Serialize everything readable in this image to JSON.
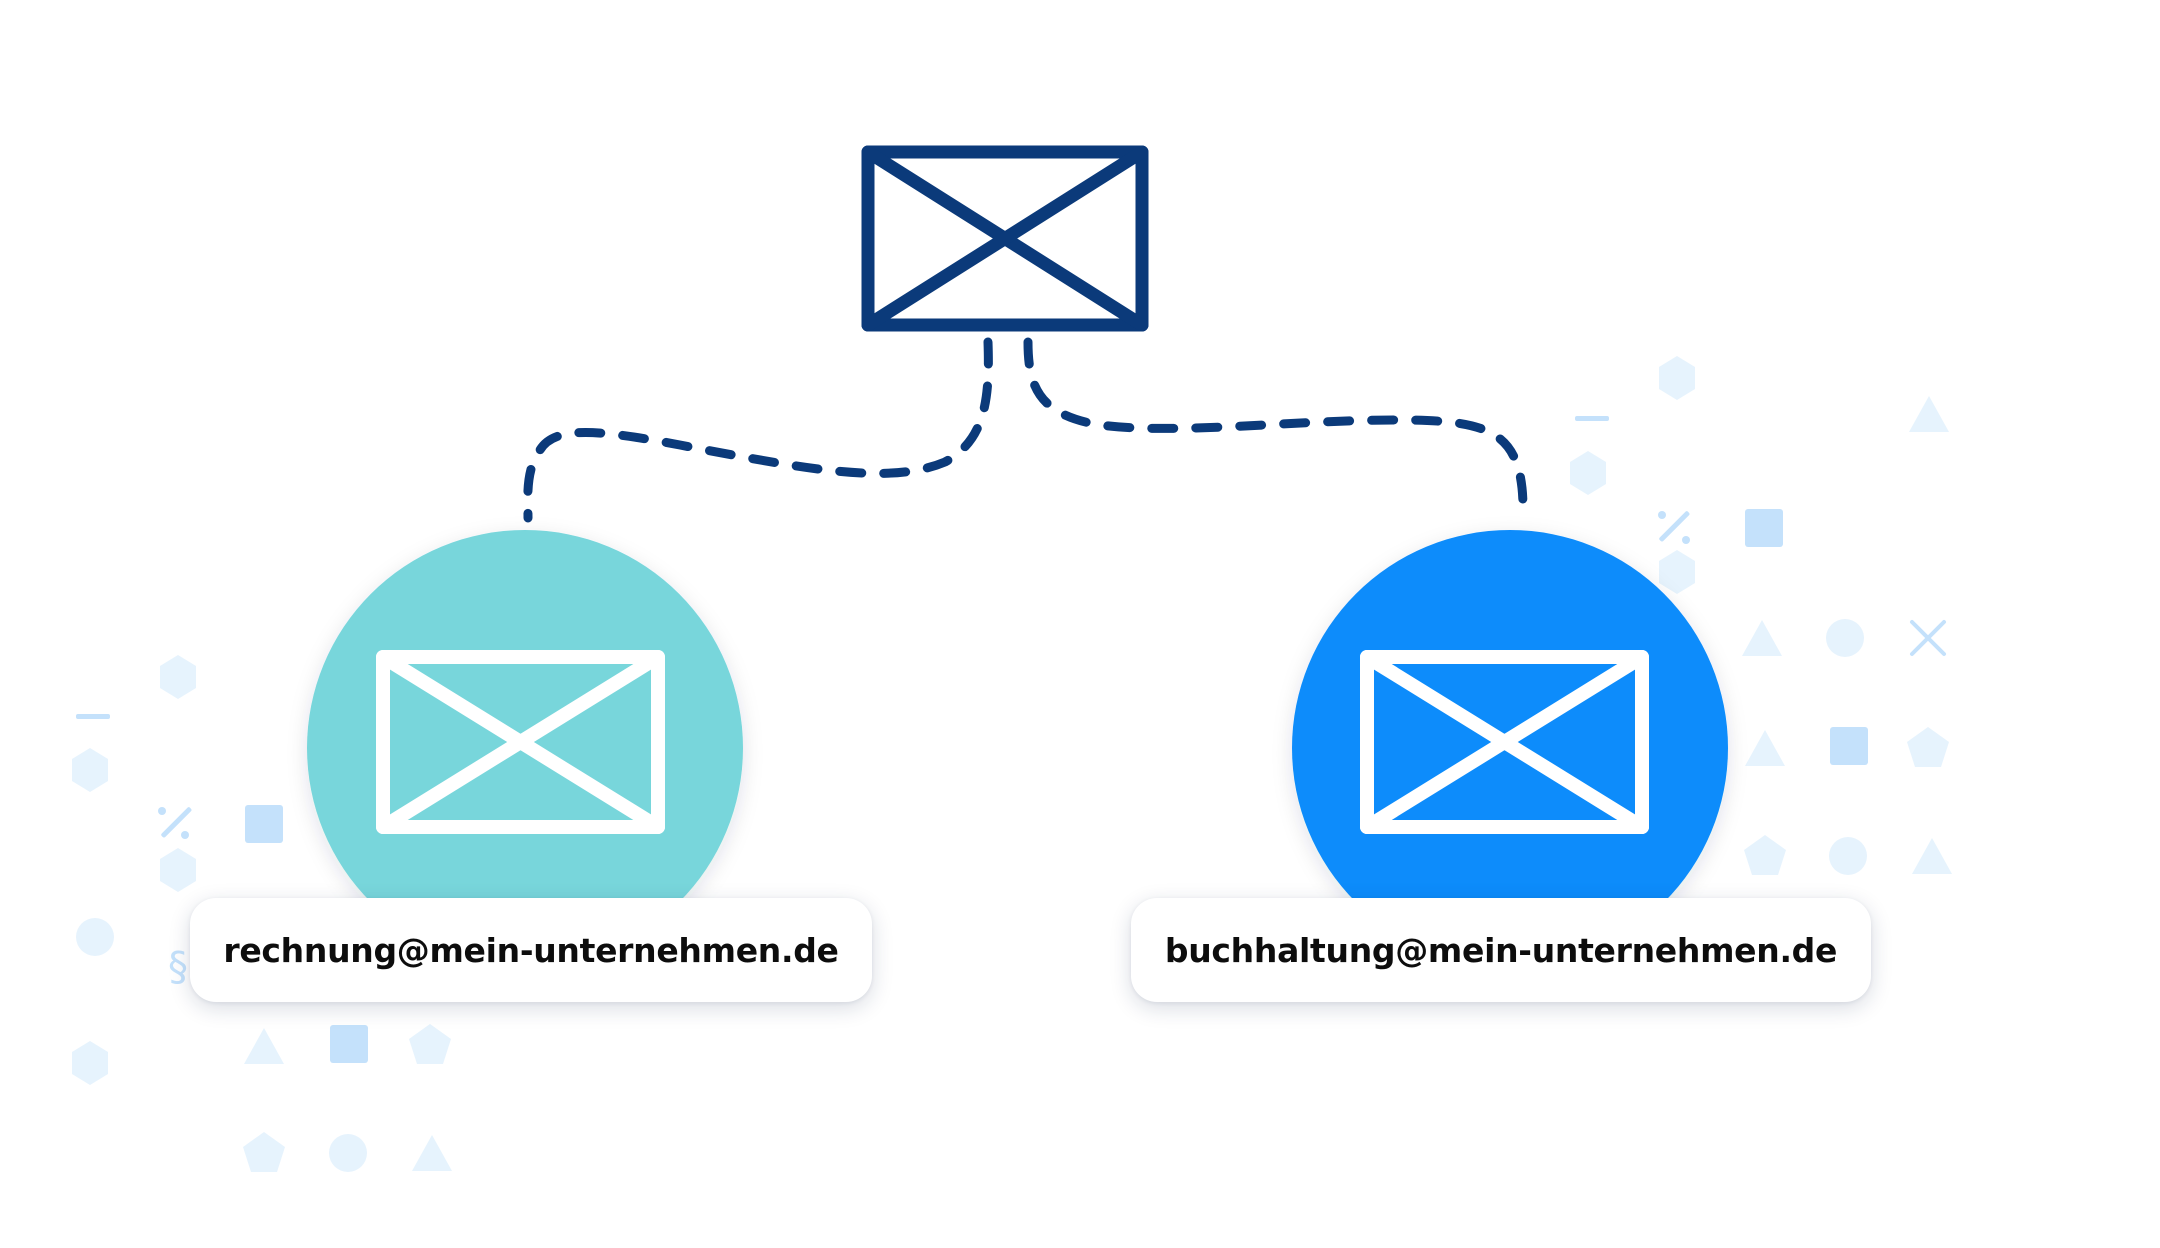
{
  "colors": {
    "navy": "#0b3a7a",
    "teal_circle": "#78d6db",
    "blue_circle": "#0a8cfb",
    "confetti_light": "#e6f3fd",
    "confetti_mid": "#c4e1fb",
    "envelope_on_circle": "#ffffff"
  },
  "icons": {
    "source": "envelope-icon",
    "left": "envelope-icon",
    "right": "envelope-icon"
  },
  "recipients": [
    {
      "address": "rechnung@mein-unternehmen.de",
      "circle_color": "#78d6db"
    },
    {
      "address": "buchhaltung@mein-unternehmen.de",
      "circle_color": "#0a8cfb"
    }
  ],
  "decor": {
    "left_cluster": [
      "hexagon",
      "dash",
      "hexagon",
      "percent",
      "square",
      "hexagon",
      "circle",
      "section",
      "hexagon",
      "triangle",
      "square",
      "pentagon",
      "pentagon",
      "circle",
      "triangle"
    ],
    "right_cluster": [
      "hexagon",
      "dash",
      "triangle",
      "hexagon",
      "percent",
      "square",
      "hexagon",
      "triangle",
      "circle",
      "cross",
      "triangle",
      "square",
      "pentagon",
      "pentagon",
      "circle",
      "triangle"
    ],
    "section_glyph": "§"
  }
}
